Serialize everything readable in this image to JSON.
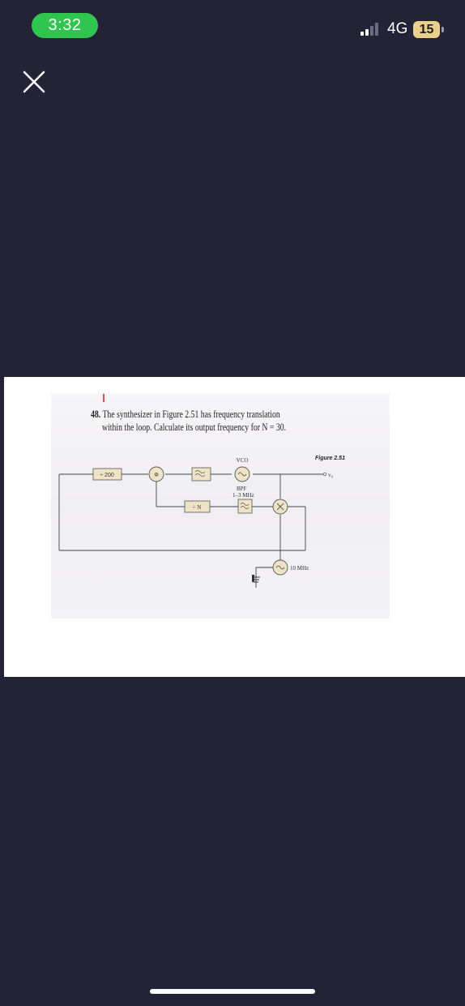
{
  "status_bar": {
    "time": "3:32",
    "network": "4G",
    "battery": "15"
  },
  "toolbar": {
    "close_icon": "close-icon"
  },
  "problem": {
    "number": "48.",
    "line1": "The synthesizer in Figure 2.51 has frequency translation",
    "line2": "within the loop. Calculate its output frequency for N = 30."
  },
  "diagram": {
    "figure_label": "Figure 2.51",
    "divider_200": "÷ 200",
    "phase_detector": "Φ",
    "vco_label": "VCO",
    "bpf_label": "BPF",
    "bpf_range": "1–3 MHz",
    "divider_n": "÷ N",
    "osc_label": "10 MHz",
    "output_label": "v₀"
  }
}
